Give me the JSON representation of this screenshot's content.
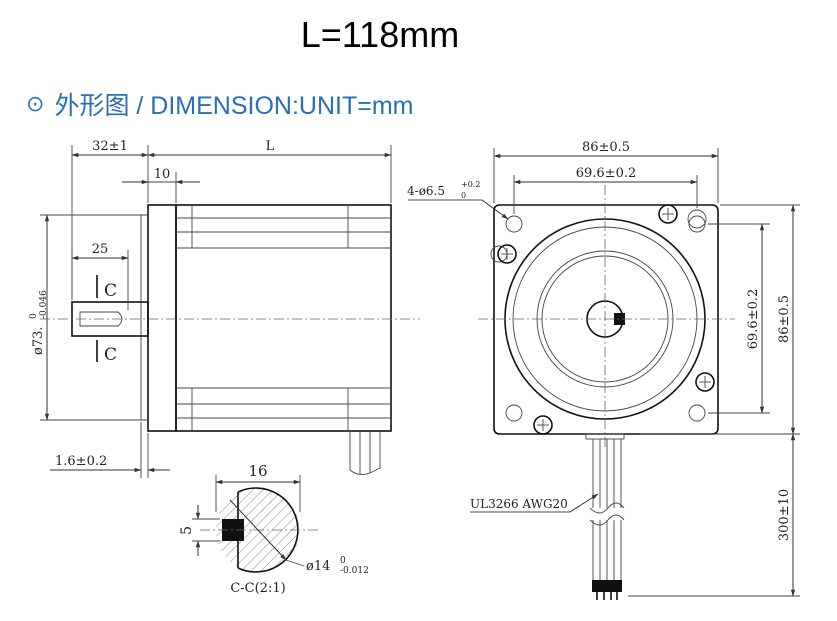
{
  "title": "L=118mm",
  "heading": {
    "icon": "circle-dot-icon",
    "text": "外形图 / DIMENSION:UNIT=mm"
  },
  "colors": {
    "accent": "#2a6fb3",
    "line": "#222222"
  },
  "side_view": {
    "dim_shaft": "32±1",
    "dim_length": "L",
    "dim_flange": "10",
    "dim_key": "25",
    "section_mark": "C",
    "dim_pilot_main": "ø73.",
    "dim_pilot_tol_upper": "0",
    "dim_pilot_tol_lower": "-0.046",
    "dim_flange_thickness": "1.6±0.2"
  },
  "front_view": {
    "dim_width": "86±0.5",
    "dim_hole_spacing": "69.6±0.2",
    "dim_holes_main": "4-ø6.5",
    "dim_holes_tol_upper": "+0.2",
    "dim_holes_tol_lower": "0",
    "dim_height_spacing": "69.6±0.2",
    "dim_height": "86±0.5",
    "cable_label": "UL3266 AWG20",
    "dim_cable": "300±10"
  },
  "section_view": {
    "dim_width": "16",
    "dim_flat": "5",
    "dim_dia_main": "ø14",
    "dim_dia_tol_upper": "0",
    "dim_dia_tol_lower": "-0.012",
    "label": "C-C(2:1)"
  }
}
